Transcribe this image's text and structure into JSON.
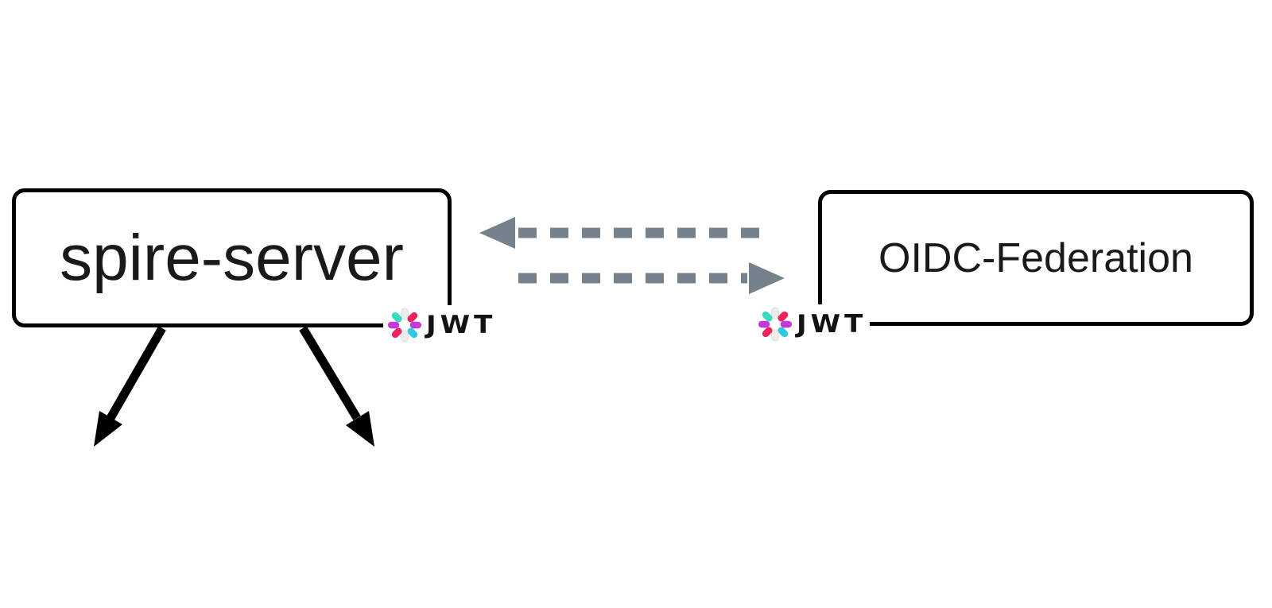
{
  "diagram": {
    "nodes": [
      {
        "id": "spire-server",
        "label": "spire-server"
      },
      {
        "id": "oidc-federation",
        "label": "OIDC-Federation"
      }
    ],
    "jwt_badge": {
      "label": "JWT",
      "icon": "jwt-pinwheel-icon"
    },
    "edges": [
      {
        "from": "oidc-federation",
        "to": "spire-server",
        "style": "dashed",
        "direction": "left"
      },
      {
        "from": "spire-server",
        "to": "oidc-federation",
        "style": "dashed",
        "direction": "right"
      },
      {
        "from": "spire-server",
        "style": "solid",
        "direction": "down-left"
      },
      {
        "from": "spire-server",
        "style": "solid",
        "direction": "down-right"
      }
    ],
    "colors": {
      "background": "#ffffff",
      "node_border": "#000000",
      "node_text": "#1a1a1a",
      "dashed_arrow": "#75828b",
      "solid_arrow": "#000000",
      "jwt_text": "#131313",
      "jwt_pink": "#ee225d",
      "jwt_purple": "#c43ad6",
      "jwt_blue": "#2fc9e3",
      "jwt_teal": "#38d9c0",
      "jwt_white": "#ececec"
    }
  }
}
